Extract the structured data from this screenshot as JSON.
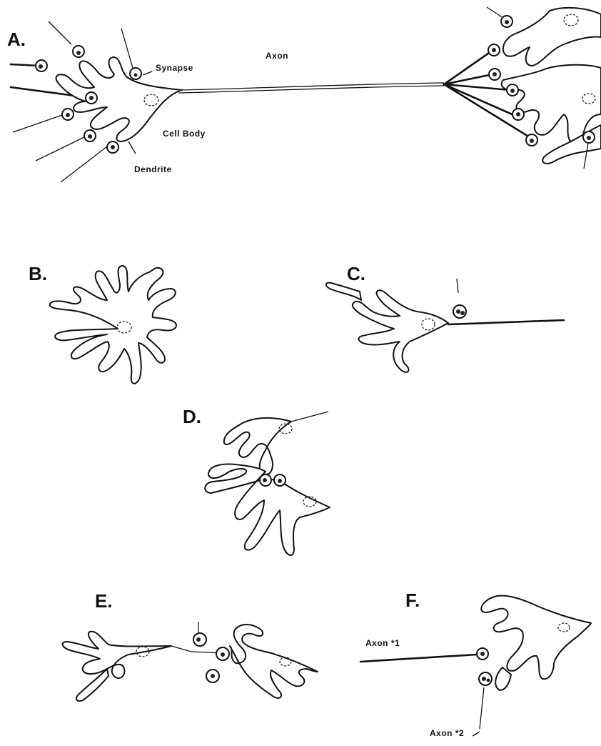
{
  "panels": {
    "a": {
      "letter": "A.",
      "labels": {
        "axon": "Axon",
        "synapse": "Synapse",
        "cell_body": "Cell Body",
        "dendrite": "Dendrite"
      }
    },
    "b": {
      "letter": "B."
    },
    "c": {
      "letter": "C."
    },
    "d": {
      "letter": "D."
    },
    "e": {
      "letter": "E."
    },
    "f": {
      "letter": "F.",
      "labels": {
        "axon1": "Axon *1",
        "axon2": "Axon *2"
      }
    }
  }
}
